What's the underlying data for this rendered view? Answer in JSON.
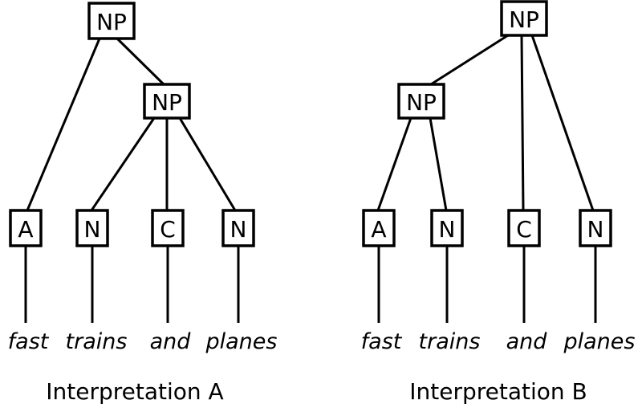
{
  "diagram": {
    "type": "syntax-parse-trees",
    "sentence": "fast trains and planes",
    "colors": {
      "background": "#ffffff",
      "stroke": "#000000",
      "text": "#000000"
    },
    "trees": [
      {
        "caption": "Interpretation A",
        "root": "NP",
        "inner": "NP",
        "leaves": [
          "A",
          "N",
          "C",
          "N"
        ],
        "words": [
          "fast",
          "trains",
          "and",
          "planes"
        ],
        "structure_note": "root NP dominates A and inner NP; inner NP dominates N, C, N"
      },
      {
        "caption": "Interpretation B",
        "root": "NP",
        "inner": "NP",
        "leaves": [
          "A",
          "N",
          "C",
          "N"
        ],
        "words": [
          "fast",
          "trains",
          "and",
          "planes"
        ],
        "structure_note": "root NP dominates inner NP, C, N; inner NP dominates A, N"
      }
    ]
  }
}
